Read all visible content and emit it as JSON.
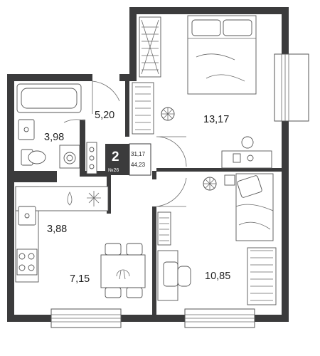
{
  "unit": {
    "rooms_count": "2",
    "unit_number": "№26",
    "living_area": "31,17",
    "total_area": "44,23"
  },
  "rooms": {
    "bedroom_large": "13,17",
    "bedroom_small": "10,85",
    "hallway": "5,20",
    "bathroom": "3,98",
    "kitchen": "3,88",
    "living": "7,15"
  },
  "colors": {
    "wall": "#3b3b3c",
    "badge": "#3b3b3c",
    "background": "#ffffff"
  }
}
